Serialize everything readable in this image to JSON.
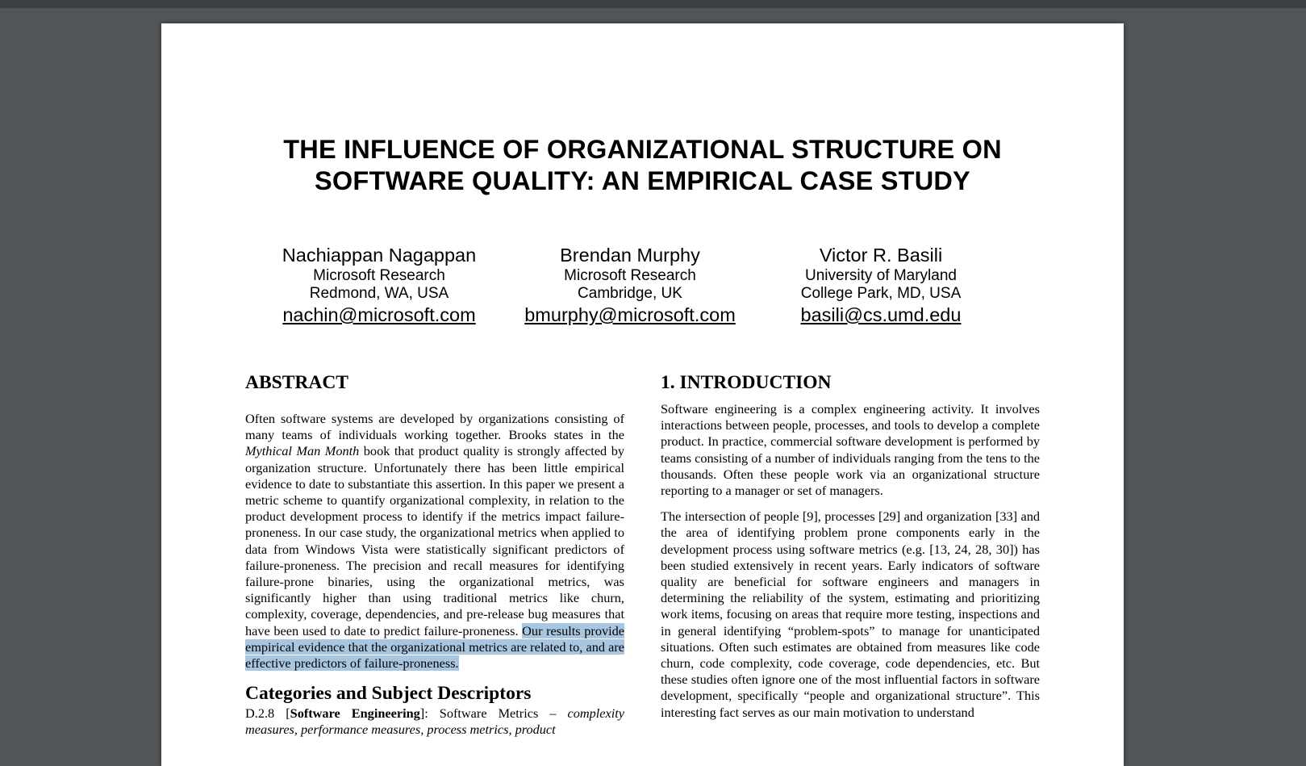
{
  "paper": {
    "title_line1": "THE INFLUENCE OF ORGANIZATIONAL STRUCTURE ON",
    "title_line2": "SOFTWARE QUALITY: AN EMPIRICAL CASE STUDY",
    "authors": [
      {
        "name": "Nachiappan Nagappan",
        "org": "Microsoft Research",
        "location": "Redmond, WA, USA",
        "email": "nachin@microsoft.com"
      },
      {
        "name": "Brendan Murphy",
        "org": "Microsoft Research",
        "location": "Cambridge, UK",
        "email": "bmurphy@microsoft.com"
      },
      {
        "name": "Victor R. Basili",
        "org": "University of Maryland",
        "location": "College Park, MD, USA",
        "email": "basili@cs.umd.edu"
      }
    ],
    "abstract": {
      "heading": "ABSTRACT",
      "text_a": "Often software systems are developed by organizations consisting of many teams of individuals working together. Brooks states in the ",
      "text_italic": "Mythical Man Month",
      "text_b": " book that product quality is strongly affected by organization structure. Unfortunately there has been little empirical evidence to date to substantiate this assertion. In this paper we present a metric scheme to quantify organizational complexity, in relation to the product development process to identify if the metrics impact failure-proneness. In our case study, the organizational metrics when applied to data from Windows Vista were statistically significant predictors of failure-proneness. The precision and recall measures for  identifying failure-prone binaries, using the organizational metrics, was significantly higher than using traditional metrics like churn, complexity, coverage, dependencies, and pre-release bug measures that have been used to date to predict failure-proneness. ",
      "text_highlighted": "Our results provide empirical evidence that the organizational metrics are related to, and are effective predictors of failure-proneness."
    },
    "categories": {
      "heading": "Categories and Subject Descriptors",
      "code": "D.2.8 [",
      "bold": "Software Engineering",
      "mid": "]: Software Metrics – ",
      "italic": "complexity measures, performance measures, process metrics, product"
    },
    "introduction": {
      "heading": "1. INTRODUCTION",
      "para1": "Software engineering is a complex engineering activity. It involves interactions between people, processes, and tools to develop a complete product. In practice, commercial software development is performed by teams consisting of a number of individuals ranging from the tens to the thousands. Often these people work via an organizational structure reporting to a manager or set of managers.",
      "para2": "The intersection of people [9], processes [29] and organization [33] and the area of identifying problem prone components early in the development process using software metrics (e.g. [13, 24, 28, 30]) has been studied extensively in recent years. Early indicators of software quality are beneficial for software engineers and managers in determining the reliability of the system, estimating and prioritizing work items, focusing on areas that require more testing, inspections and in general identifying “problem-spots” to manage for unanticipated situations. Often such estimates are obtained from measures like code churn, code complexity, code coverage, code dependencies, etc. But these studies often ignore one of the most influential factors in software development, specifically “people and organizational structure”. This interesting fact serves as our main motivation to understand"
    }
  },
  "colors": {
    "viewer_background": "#525659",
    "selection_highlight": "#a9c6e0"
  }
}
